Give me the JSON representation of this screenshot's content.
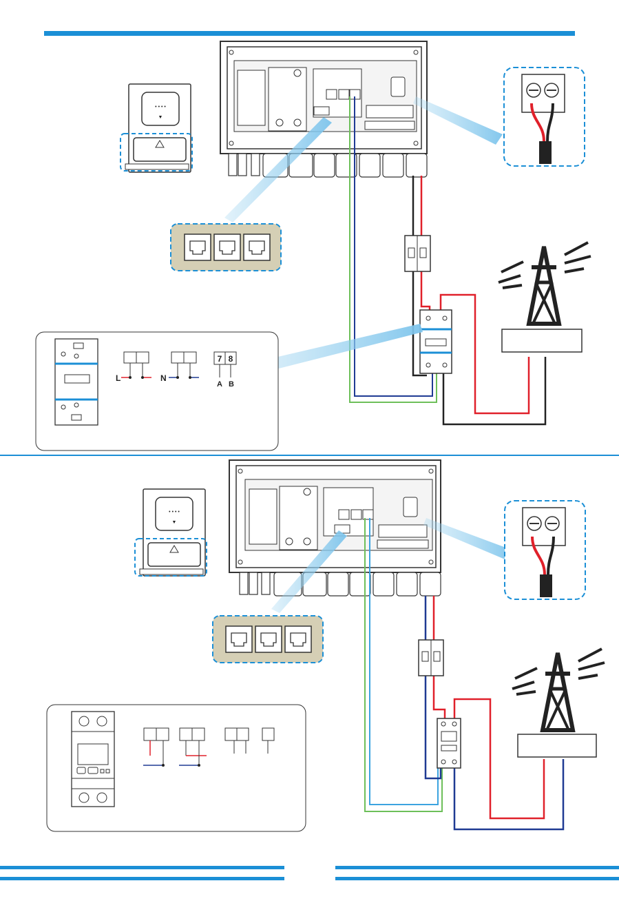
{
  "colors": {
    "accent_blue": "#1b8fd6",
    "panel_bg": "#d5cfb5",
    "wire_red": "#e0202a",
    "wire_black": "#222222",
    "wire_navy": "#1f3a93",
    "wire_green": "#6dbf59",
    "wire_lightblue": "#3ba3e0"
  },
  "top_diagram": {
    "meter_terminals": {
      "group_l": "L",
      "group_n": "N",
      "rs485_pins": [
        "7",
        "8"
      ],
      "rs485_letters": [
        "A",
        "B"
      ]
    }
  },
  "bottom_diagram": {
    "meter_terminals": {}
  },
  "icons": [
    "inverter-icon",
    "rj45-port-icon",
    "breaker-icon",
    "energy-meter-icon",
    "transmission-tower-icon",
    "terminal-block-icon"
  ]
}
